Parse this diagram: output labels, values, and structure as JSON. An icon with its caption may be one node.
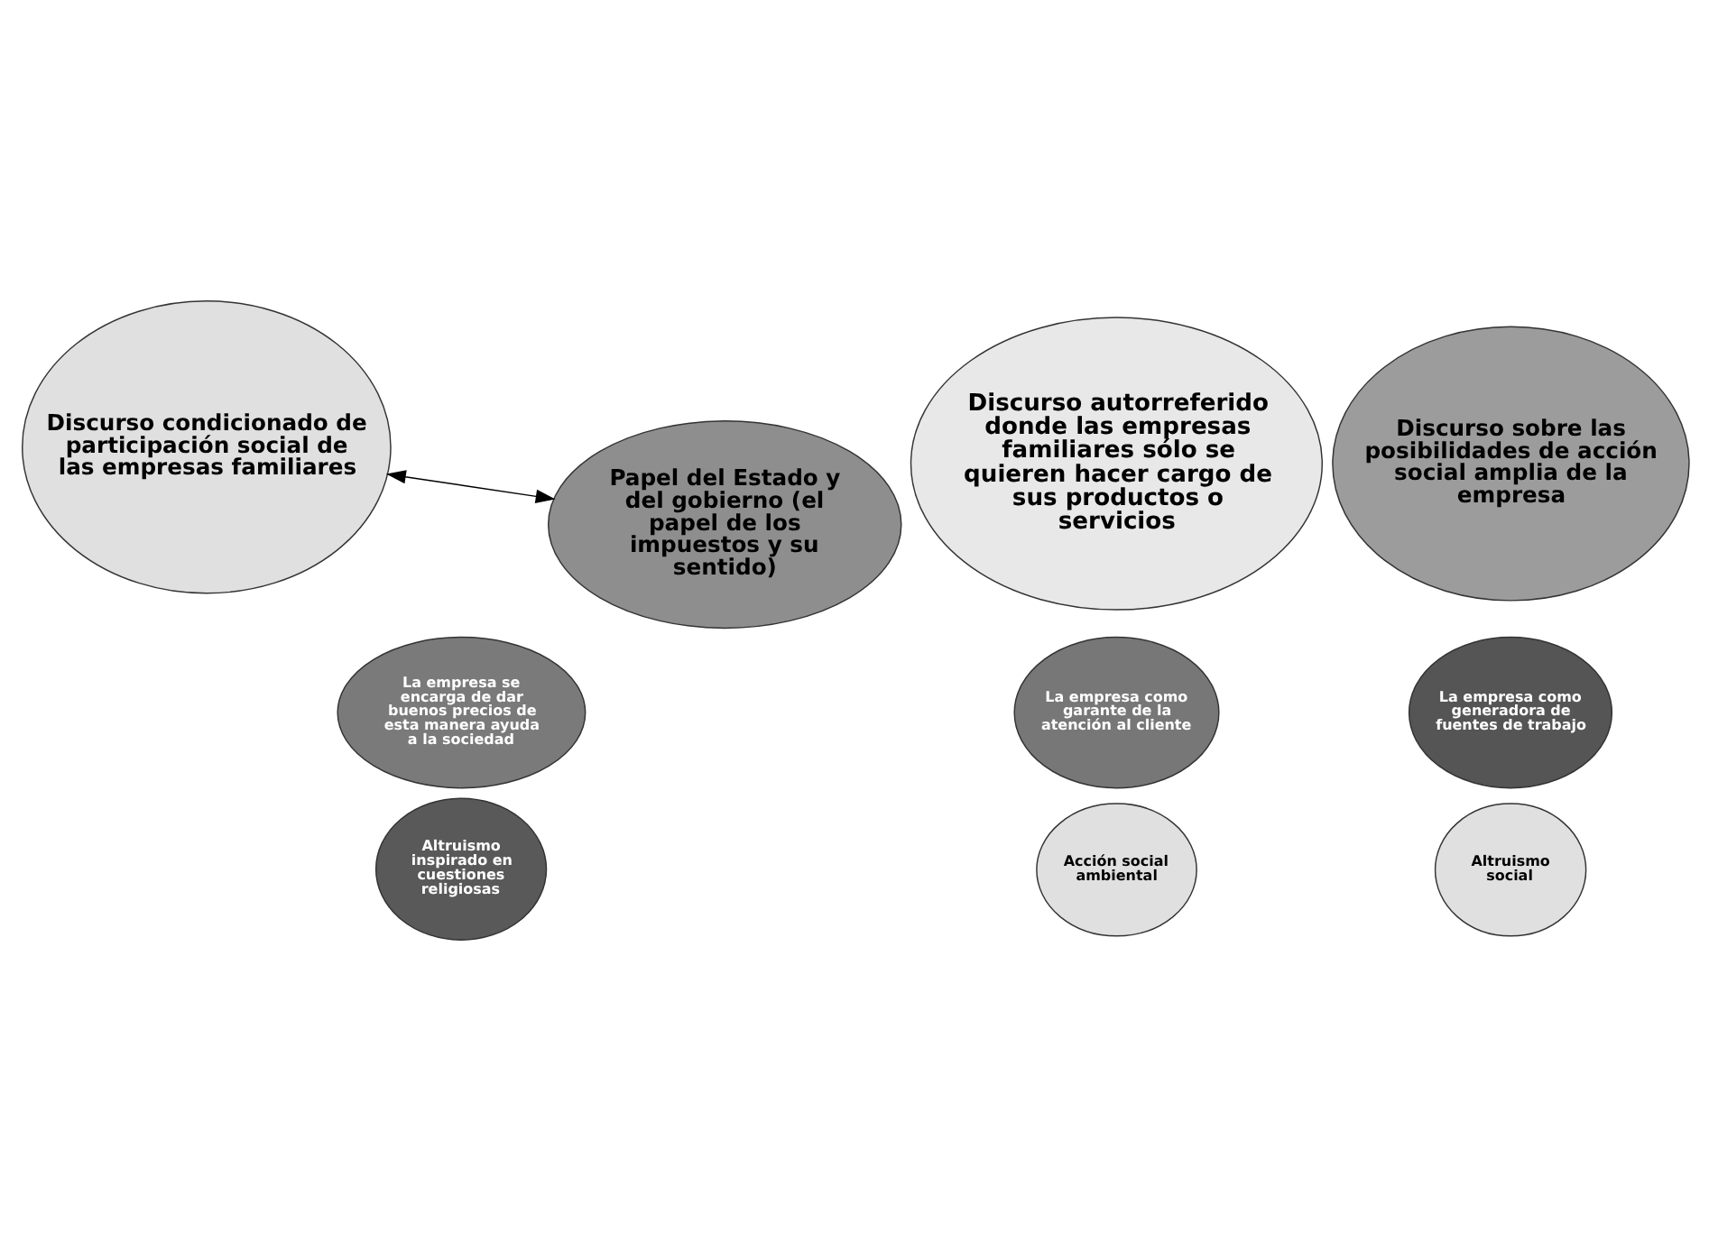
{
  "diagram": {
    "nodes": [
      {
        "text": [
          "Discurso autorreferido donde las empresas familiares sólo se quieren hacer cargo de sus productos o servicios"
        ]
      },
      {
        "text": [
          "La empresa como generadora de fuentes de trabajo"
        ]
      },
      {
        "text": [
          "Discurso sobre las posibilidades de acción social amplia de la empresa"
        ]
      },
      {
        "text": [
          "Acción social ambiental"
        ]
      },
      {
        "text": [
          "La empresa como garante de la atención al cliente"
        ]
      },
      {
        "text": [
          "Altruismo inspirado en cuestiones religiosas"
        ]
      },
      {
        "text": [
          "Altruismo social"
        ]
      },
      {
        "text": [
          "La empresa se encarga de dar buenos precios de esta manera ayuda a la sociedad"
        ]
      },
      {
        "text": [
          "Discurso condicionado de participación social de las empresas familiares"
        ]
      },
      {
        "text": [
          "Papel del Estado y del gobierno (el papel de los impuestos y su sentido)"
        ]
      }
    ],
    "edges": [
      {
        "from": 8,
        "to": 9,
        "arrow": "both"
      }
    ]
  }
}
